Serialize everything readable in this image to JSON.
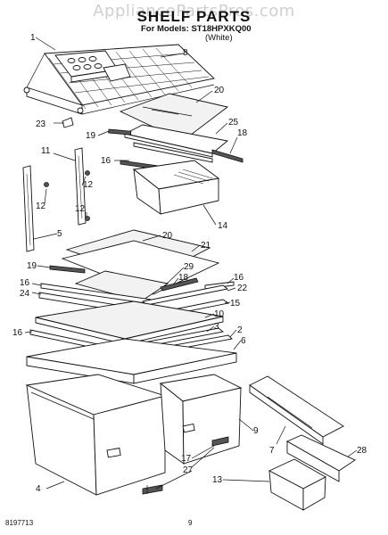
{
  "header": {
    "watermark": "AppliancePartsPros.com",
    "title": "SHELF PARTS",
    "models_line": "For Models: ST18HPXKQ00",
    "color_line": "(White)"
  },
  "footer": {
    "doc_number": "8197713",
    "page_number": "9"
  },
  "callouts": [
    {
      "id": "c1",
      "label": "1"
    },
    {
      "id": "c8",
      "label": "8"
    },
    {
      "id": "c20a",
      "label": "20"
    },
    {
      "id": "c23",
      "label": "23"
    },
    {
      "id": "c25",
      "label": "25"
    },
    {
      "id": "c19a",
      "label": "19"
    },
    {
      "id": "c18a",
      "label": "18"
    },
    {
      "id": "c16a",
      "label": "16"
    },
    {
      "id": "c11",
      "label": "11"
    },
    {
      "id": "c12a",
      "label": "12"
    },
    {
      "id": "c12b",
      "label": "12"
    },
    {
      "id": "c12c",
      "label": "12"
    },
    {
      "id": "c14",
      "label": "14"
    },
    {
      "id": "c5",
      "label": "5"
    },
    {
      "id": "c20b",
      "label": "20"
    },
    {
      "id": "c21",
      "label": "21"
    },
    {
      "id": "c19b",
      "label": "19"
    },
    {
      "id": "c29",
      "label": "29"
    },
    {
      "id": "c18b",
      "label": "18"
    },
    {
      "id": "c16b",
      "label": "16"
    },
    {
      "id": "c16c",
      "label": "16"
    },
    {
      "id": "c22",
      "label": "22"
    },
    {
      "id": "c24",
      "label": "24"
    },
    {
      "id": "c15",
      "label": "15"
    },
    {
      "id": "c10",
      "label": "10"
    },
    {
      "id": "c16d",
      "label": "16"
    },
    {
      "id": "c3",
      "label": "3"
    },
    {
      "id": "c2",
      "label": "2"
    },
    {
      "id": "c6",
      "label": "6"
    },
    {
      "id": "c9",
      "label": "9"
    },
    {
      "id": "c28",
      "label": "28"
    },
    {
      "id": "c7",
      "label": "7"
    },
    {
      "id": "c17",
      "label": "17"
    },
    {
      "id": "c27",
      "label": "27"
    },
    {
      "id": "c13",
      "label": "13"
    },
    {
      "id": "c4",
      "label": "4"
    }
  ]
}
